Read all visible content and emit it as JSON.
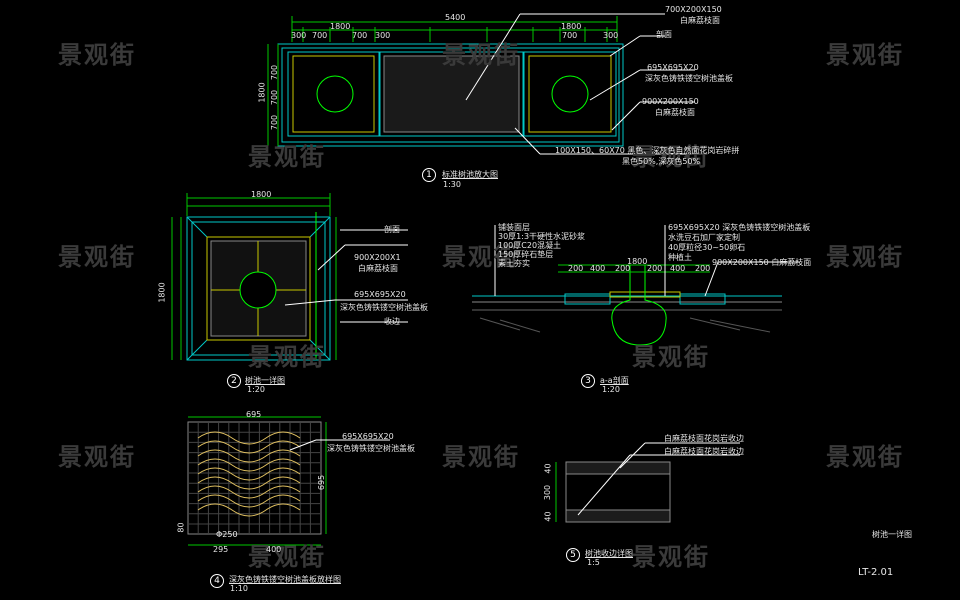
{
  "watermark": "景观街",
  "views": {
    "v1": {
      "number": "1",
      "title": "标准树池放大图",
      "scale": "1:30"
    },
    "v2": {
      "number": "2",
      "title": "树池一详图",
      "scale": "1:20"
    },
    "v3": {
      "number": "3",
      "title": "a-a剖面",
      "scale": "1:20"
    },
    "v4": {
      "number": "4",
      "title": "深灰色铸铁镂空树池盖板放样图",
      "scale": "1:10"
    },
    "v5": {
      "number": "5",
      "title": "树池收边详图",
      "scale": "1:5"
    }
  },
  "plan_notes": {
    "top_dim": "5400",
    "dims_top": [
      "300",
      "700",
      "1800",
      "700",
      "300",
      "1800",
      "700",
      "300"
    ],
    "callout_top": "700X200X150",
    "callout_top_sub": "白麻荔枝面",
    "callout_section": "剖面",
    "callout_grate": "695X695X20",
    "callout_grate_sub": "深灰色铸铁镂空树池盖板",
    "callout_curb": "900X200X150",
    "callout_curb_sub": "白麻荔枝面",
    "callout_bottom": "100X150、60X70 黑色、深灰色自然面花岗岩碎拼",
    "callout_bottom_sub": "黑色50%,深灰色50%",
    "left_dims": [
      "1800",
      "700",
      "700",
      "700"
    ]
  },
  "detail_notes": {
    "width": "1800",
    "callout_section": "剖面",
    "callout_curb": "900X200X1",
    "callout_curb_sub": "白麻荔枝面",
    "callout_grate": "695X695X20",
    "callout_grate_sub": "深灰色铸铁镂空树池盖板",
    "callout_edge": "收边",
    "left_dim": "1800"
  },
  "section_notes": {
    "left_labels": [
      "铺装面层",
      "30厚1:3干硬性水泥砂浆",
      "100厚C20混凝土",
      "150厚碎石垫层",
      "素土夯实"
    ],
    "right_labels": [
      "695X695X20 深灰色铸铁镂空树池盖板",
      "水洗豆石加厂家定制",
      "40厚粒径30~50卵石",
      "种植土"
    ],
    "right_callout": "900X200X150 白麻荔枝面",
    "width": "1800",
    "dims": [
      "200",
      "400",
      "200",
      "200",
      "400",
      "200"
    ]
  },
  "grate_notes": {
    "size": "695",
    "callout": "695X695X20",
    "callout_sub": "深灰色铸铁镂空树池盖板",
    "height": "695",
    "dims_bottom": [
      "295",
      "400"
    ],
    "dia": "Φ250",
    "dia_side": "80"
  },
  "edge_notes": {
    "labels": [
      "白麻荔枝面花岗岩收边",
      "白麻荔枝面花岗岩收边"
    ],
    "dims": [
      "40",
      "300",
      "40"
    ]
  },
  "sheet_title": "树池一详图",
  "sheet_number": "LT-2.01"
}
